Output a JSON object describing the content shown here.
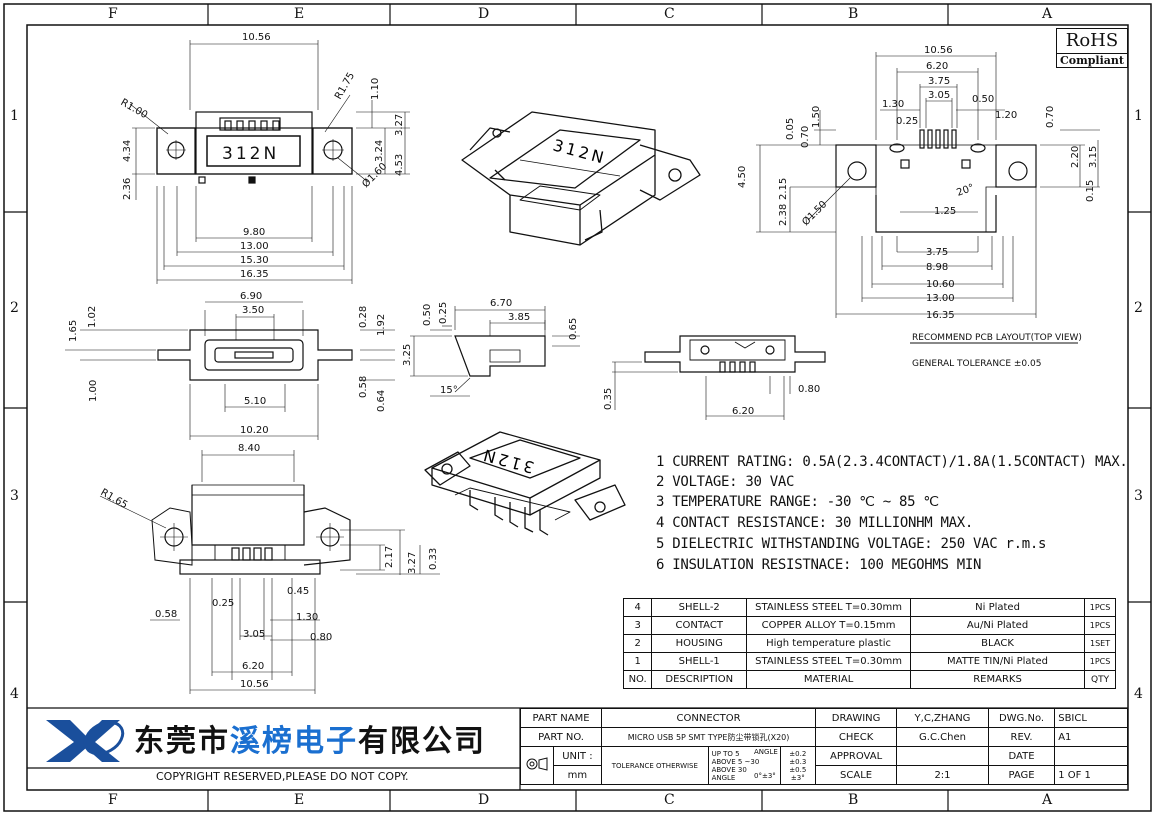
{
  "border": {
    "top_cols": [
      "F",
      "E",
      "D",
      "C",
      "B",
      "A"
    ],
    "bottom_cols": [
      "F",
      "E",
      "D",
      "C",
      "B",
      "A"
    ],
    "left_rows": [
      "1",
      "2",
      "3",
      "4"
    ],
    "right_rows": [
      "1",
      "2",
      "3",
      "4"
    ]
  },
  "rohs": {
    "title": "RoHS",
    "subtitle": "Compliant"
  },
  "dims": {
    "view1": [
      "10.56",
      "R1.00",
      "R1.75",
      "1.10",
      "3.27",
      "3.24",
      "4.53",
      "4.34",
      "2.36",
      "Ø1.60",
      "9.80",
      "13.00",
      "15.30",
      "16.35"
    ],
    "part_mark": "312N",
    "pcb": [
      "10.56",
      "6.20",
      "3.75",
      "3.05",
      "0.50",
      "1.30",
      "0.25",
      "1.20",
      "0.70",
      "1.50",
      "0.70",
      "0.05",
      "2.20",
      "3.15",
      "4.50",
      "2.15",
      "2.38",
      "Ø1.50",
      "20°",
      "1.25",
      "0.15",
      "3.75",
      "8.98",
      "10.60",
      "13.00",
      "16.35"
    ],
    "pcb_caption": "RECOMMEND PCB LAYOUT(TOP VIEW)",
    "tolerance": "GENERAL TOLERANCE ±0.05",
    "front": [
      "6.90",
      "3.50",
      "1.65",
      "1.02",
      "0.28",
      "1.92",
      "0.58",
      "0.64",
      "1.00",
      "5.10",
      "10.20"
    ],
    "side": [
      "6.70",
      "3.85",
      "0.50",
      "0.25",
      "0.65",
      "3.25",
      "15°"
    ],
    "rear": [
      "0.80",
      "0.35",
      "6.20"
    ],
    "bottom": [
      "8.40",
      "R1.65",
      "2.17",
      "3.27",
      "0.33",
      "0.45",
      "0.58",
      "0.25",
      "1.30",
      "3.05",
      "0.80",
      "6.20",
      "10.56"
    ]
  },
  "notes": [
    "1 CURRENT RATING: 0.5A(2.3.4CONTACT)/1.8A(1.5CONTACT) MAX.",
    "2 VOLTAGE: 30 VAC",
    "3 TEMPERATURE RANGE: -30 ℃ ~ 85 ℃",
    "4 CONTACT RESISTANCE: 30 MILLIONHM MAX.",
    "5 DIELECTRIC WITHSTANDING VOLTAGE: 250 VAC r.m.s",
    "6 INSULATION RESISTNACE: 100 MEGOHMS MIN"
  ],
  "bom": [
    {
      "no": "4",
      "desc": "SHELL-2",
      "material": "STAINLESS STEEL T=0.30mm",
      "remarks": "Ni Plated",
      "qty": "1PCS"
    },
    {
      "no": "3",
      "desc": "CONTACT",
      "material": "COPPER ALLOY T=0.15mm",
      "remarks": "Au/Ni Plated",
      "qty": "1PCS"
    },
    {
      "no": "2",
      "desc": "HOUSING",
      "material": "High temperature plastic",
      "remarks": "BLACK",
      "qty": "1SET"
    },
    {
      "no": "1",
      "desc": "SHELL-1",
      "material": "STAINLESS STEEL T=0.30mm",
      "remarks": "MATTE TIN/Ni Plated",
      "qty": "1PCS"
    }
  ],
  "bom_header": {
    "no": "NO.",
    "desc": "DESCRIPTION",
    "material": "MATERIAL",
    "remarks": "REMARKS",
    "qty": "QTY"
  },
  "company": {
    "name_a": "东莞市",
    "name_b": "溪榜电子",
    "name_c": "有限公司"
  },
  "copyright": "COPYRIGHT RESERVED,PLEASE DO NOT COPY.",
  "title_block": {
    "part_name_label": "PART NAME",
    "part_name": "CONNECTOR",
    "part_no_label": "PART NO.",
    "part_no": "MICRO USB 5P SMT TYPE防尘带锁孔(X20)",
    "unit_label": "UNIT :",
    "unit": "mm",
    "tol_label": "TOLERANCE OTHERWISE",
    "tol_ranges": [
      "UP TO 5",
      "ABOVE 5 ~30",
      "ABOVE 30",
      "ANGLE"
    ],
    "tol_values": [
      "±0.2",
      "±0.3",
      "±0.5",
      "±3°"
    ],
    "angle_label": "ANGLE",
    "angle_value": "0°±3°",
    "drawing_label": "DRAWING",
    "drawing": "Y,C,ZHANG",
    "check_label": "CHECK",
    "check": "G.C.Chen",
    "approval_label": "APPROVAL",
    "approval": "",
    "scale_label": "SCALE",
    "scale": "2:1",
    "dwg_label": "DWG.No.",
    "dwg": "SBICL",
    "rev_label": "REV.",
    "rev": "A1",
    "date_label": "DATE",
    "date": "",
    "page_label": "PAGE",
    "page": "1 OF 1"
  }
}
